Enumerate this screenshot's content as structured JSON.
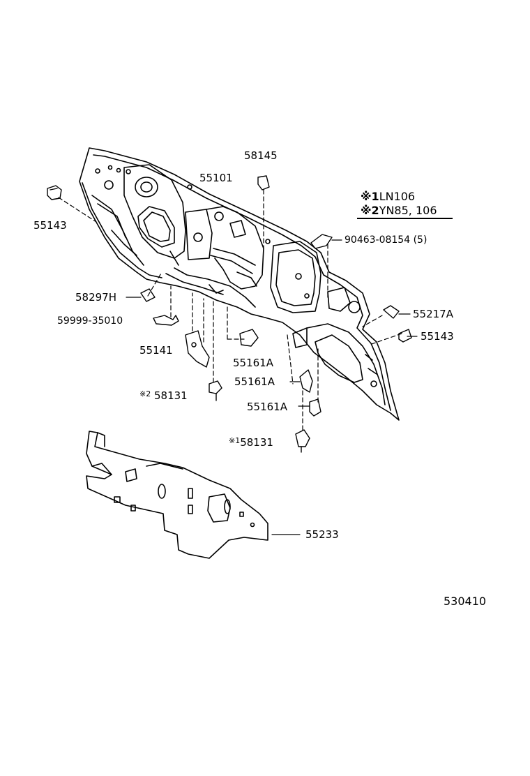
{
  "legend": [
    {
      "mark": "※1",
      "text": "LN106"
    },
    {
      "mark": "※2",
      "text": "YN85, 106"
    }
  ],
  "parts": {
    "p55101": "55101",
    "p58145": "58145",
    "p55143_left": "55143",
    "p90463": "90463-08154 (5)",
    "p58297H": "58297H",
    "p59999": "59999-35010",
    "p55217A": "55217A",
    "p55143_right": "55143",
    "p55141": "55141",
    "p55161A_1": "55161A",
    "p55161A_2": "55161A",
    "p55161A_3": "55161A",
    "p58131_2": {
      "mark": "※2",
      "text": "58131"
    },
    "p58131_1": {
      "mark": "※1",
      "text": "58131"
    },
    "p55233": "55233"
  },
  "diagram_code": "530410"
}
